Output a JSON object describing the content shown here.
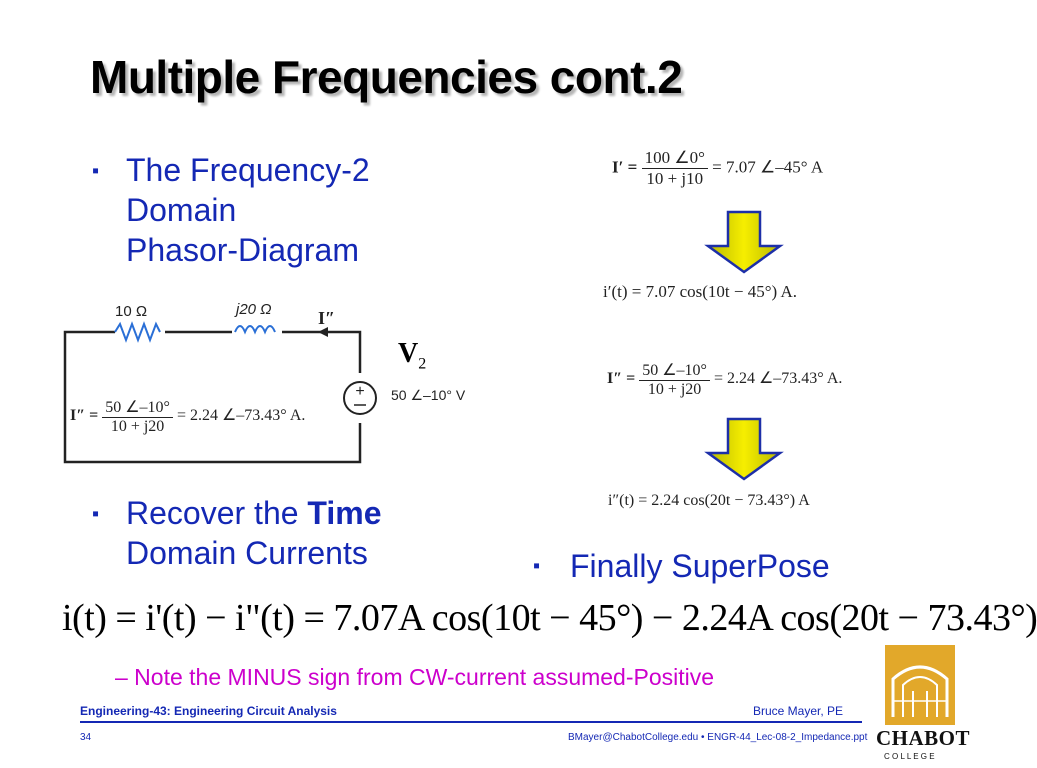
{
  "slide": {
    "title": "Multiple Frequencies cont.2",
    "bullets": [
      {
        "marker": "▪",
        "line1": "The Frequency-2",
        "line2": "Domain",
        "line3": "Phasor-Diagram"
      },
      {
        "marker": "▪",
        "text_pre": "Recover the ",
        "text_bold": "Time",
        "line2": "Domain Currents"
      },
      {
        "marker": "▪",
        "text": "Finally SuperPose"
      }
    ],
    "note": "– Note the MINUS sign from CW-current assumed-Positive"
  },
  "circuit": {
    "resistor_label": "10 Ω",
    "inductor_label": "j20 Ω",
    "current_label": "I″",
    "source_label": "50 ∠–10° V",
    "v2_label": "V",
    "v2_sub": "2",
    "eq_lhs": "I″ =",
    "eq_num": "50 ∠–10°",
    "eq_den": "10 + j20",
    "eq_rhs": "= 2.24 ∠–73.43° A."
  },
  "equations": {
    "e1_lhs": "I′ =",
    "e1_num": "100 ∠0°",
    "e1_den": "10 + j10",
    "e1_rhs": "= 7.07 ∠–45° A",
    "e2": "i′(t) = 7.07 cos(10t − 45°) A.",
    "e3_lhs": "I″ =",
    "e3_num": "50 ∠–10°",
    "e3_den": "10 + j20",
    "e3_rhs": "= 2.24 ∠–73.43° A.",
    "e4": "i″(t) = 2.24 cos(20t − 73.43°) A",
    "final": "i(t) = i'(t) − i\"(t) = 7.07A cos(10t − 45°) − 2.24A cos(20t − 73.43°)"
  },
  "footer": {
    "course": "Engineering-43: Engineering Circuit Analysis",
    "author": "Bruce Mayer, PE",
    "slide_number": "34",
    "email_file": "BMayer@ChabotCollege.edu  • ENGR-44_Lec-08-2_Impedance.ppt"
  },
  "logo": {
    "name": "CHABOT",
    "sub": "C O L L E G E"
  },
  "colors": {
    "accent_blue": "#1428b4",
    "note_magenta": "#cc00cc",
    "arrow_yellow": "#f4e900",
    "arrow_outline": "#1d2fa8",
    "logo_gold": "#e2a82a"
  }
}
